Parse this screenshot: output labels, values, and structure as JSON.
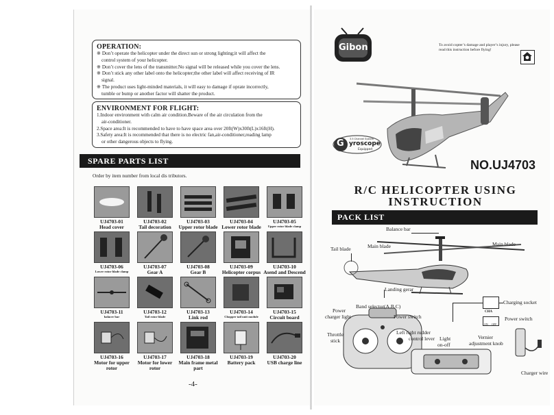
{
  "left": {
    "operation": {
      "title": "OPERATION:",
      "lines": [
        "※ Don’t operate the helicopter under the direct sun or strong lighting;it will affect the",
        "control system of your helicopter.",
        "※ Don’t cover the lens of the transmitter.No signal will be released while you cover the lens.",
        "※ Don’t stick any other label onto the helicopter;the other label will affect receiving of IR",
        "signal.",
        "※ The product uses light-minded materials, it will easy to damage if oprate incorrectly,",
        "tumble or bump or another factor will shatter the product."
      ]
    },
    "environment": {
      "title": "ENVIRONMENT FOR FLIGHT:",
      "lines": [
        "1.Indoor environment with calm air condition.Beware of the air circulation from the",
        "air-conditioner.",
        "2.Space area:It is recommended to have to have space area over 20ft(W)x30ft(L)x16ft(H).",
        "3.Safety area:It is recommended that there is no electric fan,air-conditioner,reading lamp",
        "or other dangerous objects to flying."
      ]
    },
    "spare_parts": {
      "title": "SPARE PARTS LIST",
      "order_note": "Order by item number from local dis tributors.",
      "parts": [
        {
          "code": "UJ4703-01",
          "name": "Head cover",
          "icon": "head-cover-icon"
        },
        {
          "code": "UJ4703-02",
          "name": "Tail decoration",
          "icon": "tail-decoration-icon"
        },
        {
          "code": "UJ4703-03",
          "name": "Upper rotor blade",
          "icon": "upper-rotor-blade-icon"
        },
        {
          "code": "UJ4703-04",
          "name": "Lower rotor blade",
          "icon": "lower-rotor-blade-icon"
        },
        {
          "code": "UJ4703-05",
          "name": "Upper rotor blade clamp",
          "icon": "upper-blade-clamp-icon"
        },
        {
          "code": "UJ4703-06",
          "name": "Lower rotor blade clamp",
          "icon": "lower-blade-clamp-icon"
        },
        {
          "code": "UJ4703-07",
          "name": "Gear A",
          "icon": "gear-a-icon"
        },
        {
          "code": "UJ4703-08",
          "name": "Gear B",
          "icon": "gear-b-icon"
        },
        {
          "code": "UJ4703-09",
          "name": "Helicopter corpus",
          "icon": "helicopter-corpus-icon"
        },
        {
          "code": "UJ4703-10",
          "name": "Asend and Descend",
          "icon": "landing-skid-icon"
        },
        {
          "code": "UJ4703-11",
          "name": "balacer bar",
          "icon": "balance-bar-icon"
        },
        {
          "code": "UJ4703-12",
          "name": "Tail rotor blade",
          "icon": "tail-rotor-blade-icon"
        },
        {
          "code": "UJ4703-13",
          "name": "Link rod",
          "icon": "link-rod-icon"
        },
        {
          "code": "UJ4703-14",
          "name": "Chopper tail unit module",
          "icon": "tail-unit-icon"
        },
        {
          "code": "UJ4703-15",
          "name": "Circuit board",
          "icon": "circuit-board-icon"
        },
        {
          "code": "UJ4703-16",
          "name": "Motor for upper rotor",
          "icon": "motor-upper-icon"
        },
        {
          "code": "UJ4703-17",
          "name": "Motor for lower rotor",
          "icon": "motor-lower-icon"
        },
        {
          "code": "UJ4703-18",
          "name": "Main frame metal part",
          "icon": "main-frame-icon"
        },
        {
          "code": "UJ4703-19",
          "name": "Battery pack",
          "icon": "battery-pack-icon"
        },
        {
          "code": "UJ4703-20",
          "name": "USB charge line",
          "icon": "usb-charge-line-icon"
        }
      ]
    },
    "page_number": "-4-"
  },
  "right": {
    "logo_text": "Gibon",
    "warning_line1": "To avoid copter’s damage and player’s injury, please",
    "warning_line2": "read this instruction before flying!",
    "gyro_small": "3.5 Channel System",
    "gyro_main": "yroscope",
    "gyro_letter": "G",
    "gyro_equipped": "Equipped",
    "model_no": "NO.UJ4703",
    "title_line1": "R/C HELICOPTER USING",
    "title_line2": "INSTRUCTION",
    "pack_list": "PACK LIST",
    "labels": {
      "balance_bar": "Balance bar",
      "main_blade_left": "Main blade",
      "main_blade_right": "Main blade",
      "tail_blade": "Tail blade",
      "landing_gear": "Landing gerar",
      "band_selector": "Band selector(A.B.C)",
      "power_charger_light_1": "Power",
      "power_charger_light_2": "charger light",
      "power_switch_remote": "Power switch",
      "throttle_stick_1": "Throttle",
      "throttle_stick_2": "stick",
      "rudder_1": "Left right rudder",
      "rudder_2": "control lever",
      "light_1": "Light",
      "light_2": "on-off",
      "vernier_1": "Vernier",
      "vernier_2": "adjustment knob",
      "charging_socket": "Charging socket",
      "power_switch_heli": "Power switch",
      "charger_wire": "Charger wire",
      "cha": "CHA",
      "on": "ON",
      "off": "OFF"
    }
  }
}
